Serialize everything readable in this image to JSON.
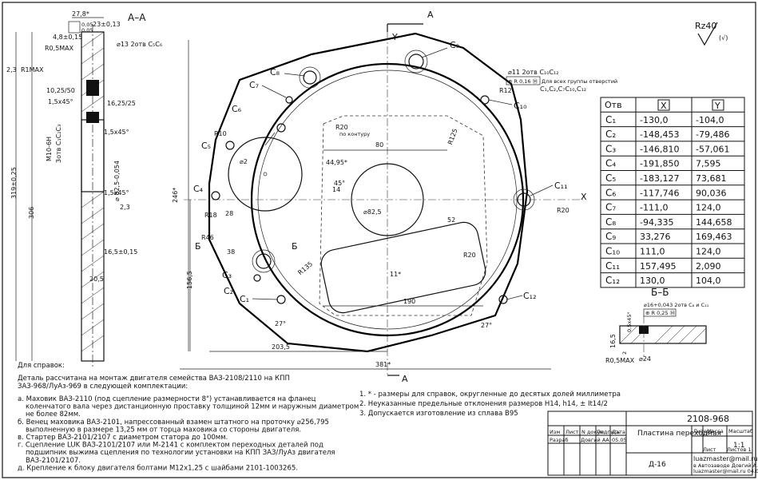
{
  "section_aa": "А–А",
  "section_bb": "Б–Б",
  "roughness": "Rz40",
  "roughness_sub": "(√)",
  "axis_x": "X",
  "axis_y": "Y",
  "cut_a_top": "А",
  "cut_a_bottom": "А",
  "cut_b_left": "Б",
  "cut_b_right": "Б",
  "holes": [
    {
      "id": "C1",
      "label": "C₁",
      "x": "-130,0",
      "y": "-104,0"
    },
    {
      "id": "C2",
      "label": "C₂",
      "x": "-148,453",
      "y": "-79,486"
    },
    {
      "id": "C3",
      "label": "C₃",
      "x": "-146,810",
      "y": "-57,061"
    },
    {
      "id": "C4",
      "label": "C₄",
      "x": "-191,850",
      "y": "7,595"
    },
    {
      "id": "C5",
      "label": "C₅",
      "x": "-183,127",
      "y": "73,681"
    },
    {
      "id": "C6",
      "label": "C₆",
      "x": "-117,746",
      "y": "90,036"
    },
    {
      "id": "C7",
      "label": "C₇",
      "x": "-111,0",
      "y": "124,0"
    },
    {
      "id": "C8",
      "label": "C₈",
      "x": "-94,335",
      "y": "144,658"
    },
    {
      "id": "C9",
      "label": "C₉",
      "x": "33,276",
      "y": "169,463"
    },
    {
      "id": "C10",
      "label": "C₁₀",
      "x": "111,0",
      "y": "124,0"
    },
    {
      "id": "C11",
      "label": "C₁₁",
      "x": "157,495",
      "y": "2,090"
    },
    {
      "id": "C12",
      "label": "C₁₂",
      "x": "130,0",
      "y": "104,0"
    }
  ],
  "table_header": {
    "otv": "Отв",
    "x": "X",
    "y": "Y"
  },
  "dims": {
    "d_278": "27,8*",
    "d_23": "23±0,13",
    "d_005a": "0,05",
    "d_005b": "0,05",
    "d_48": "4,8±0,15",
    "d_r05max": "R0,5MAX",
    "d_23b": "2,3",
    "d_r1max": "R1MAX",
    "d_1025": "10,25/50",
    "d_15x45a": "1,5x45°",
    "d_15x45b": "1,5x45°",
    "d_15x45c": "1,5x45°",
    "d_1625": "16,25/25",
    "d_m10": "M10-6H",
    "d_m10b": "3отв C₁C₂C₃",
    "d_phi13": "⌀13 2отв C₅C₆",
    "d_phi825": "⌀ 82,5-0,054",
    "d_23c": "2,3",
    "d_165": "16,5±0,15",
    "d_205": "20,5",
    "d_306": "306",
    "d_319": "319±0,25",
    "d_246": "246*",
    "d_1565": "156,5",
    "d_2035": "203,5",
    "d_381": "381*",
    "d_190": "190",
    "d_80": "80",
    "d_4495": "44,95*",
    "d_r20a": "R20",
    "d_r20b": "R20",
    "d_r20note": "по контуру",
    "d_r125": "R125",
    "d_r135": "R135",
    "d_r12": "R12",
    "d_r10": "R10",
    "d_r18": "R18",
    "d_r46": "R46",
    "d_28": "28",
    "d_38": "38",
    "d_27a": "27°",
    "d_27b": "27°",
    "d_11": "11*",
    "d_52": "52",
    "d_r20c": "R20",
    "d_phi825b": "⌀82,5",
    "d_14": "14",
    "d_45": "45°",
    "d_phi2": "⌀2",
    "d_hole11": "⌀11 2отв C₁₀C₁₂",
    "d_tol016": "⊕ R 0,16 Ⓜ",
    "d_allholes": "Для всех группы отверстий",
    "d_grp": "C₁,C₂,C₇C₁₀,C₁₂",
    "d_phi16": "⌀16+0,043 2отв C₈ и C₁₁",
    "d_r025": "⊕ R 0,25 Ⓜ",
    "d_phi24": "⌀24",
    "d_r05b": "R0,5MAX",
    "d_165b": "16,5",
    "d_05x45": "0,5x45°",
    "d_2": "2"
  },
  "ref_title": "Для справок:",
  "ref_intro": "Деталь рассчитана на монтаж двигателя семейства ВАЗ-2108/2110 на КПП ЗАЗ-968/ЛуАз-969 в следующей комплектации:",
  "ref_items": [
    "а. Маховик ВАЗ-2110 (под сцепление размерности 8\") устанавливается на фланец коленчатого вала через дистанционную проставку толщиной 12мм и наружным диаметром не более 82мм.",
    "б. Венец маховика ВАЗ-2101, напрессованный взамен штатного на проточку ⌀256,795 выполненную в размере 13,25 мм от торца маховика со стороны двигателя.",
    "в. Стартер ВАЗ-2101/2107 с диаметром статора до 100мм.",
    "г. Сцепление LUK ВАЗ-2101/2107 или M-2141 с комплектом переходных деталей под подшипник выжима сцепления по технологии установки на КПП ЗАЗ/ЛуАз двигателя ВАЗ-2101/2107.",
    "д. Крепление к блоку двигателя болтами M12x1,25 с шайбами 2101-1003265."
  ],
  "notes": [
    "1. * - размеры для справок, округленные до десятых долей миллиметра",
    "2. Неуказанные предельные отклонения размеров H14, h14, ± It14/2",
    "3. Допускается изготовление из сплава В95"
  ],
  "title_block": {
    "number": "2108-968",
    "name": "Пластина переходная",
    "material": "Д-16",
    "scale": "1:1",
    "col_lit": "Литера",
    "col_mass": "Масса",
    "col_scale": "Масштаб",
    "col_list": "Лист",
    "col_lists": "Листов 1",
    "row_izm": "Изм",
    "row_list": "Лист",
    "row_doc": "N докум.",
    "row_sign": "Подпись",
    "row_date": "Дата",
    "row_razrab": "Разраб",
    "razrab_name": "Довгий АА",
    "razrab_date": "05.05",
    "email": "luazmaster@mail.ru",
    "author": "в Автозаводе Довгий А.В.",
    "author2": "luazmaster@mail.ru 04.02.2017"
  }
}
